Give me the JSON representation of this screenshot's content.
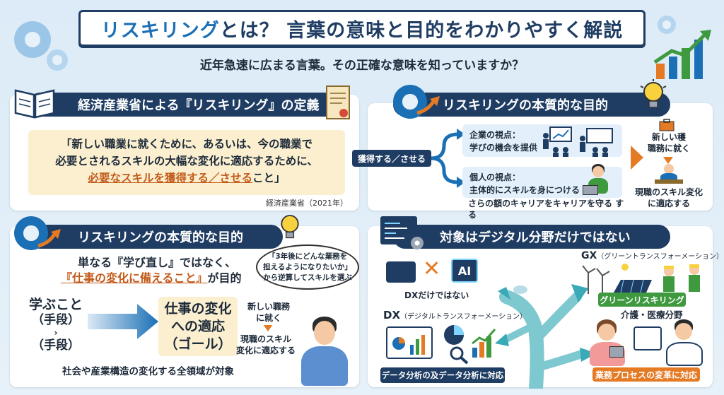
{
  "header": {
    "title_accent": "リスキリング",
    "title_rest": "とは？ 言葉の意味と目的をわかりやすく解説",
    "subtitle": "近年急速に広まる言葉。その正確な意味を知っていますか？"
  },
  "definition": {
    "heading": "経済産業省による『リスキリング』の定義",
    "quote_line1": "「新しい職業に就くために、あるいは、今の職業で",
    "quote_line2": "必要とされるスキルの大幅な変化に適応するために、",
    "quote_highlight": "必要なスキルを獲得する／させる",
    "quote_end": "こと」",
    "source": "経済産業省（2021年）"
  },
  "purpose_top": {
    "heading": "リスキリングの本質的な目的",
    "connector_label": "獲得する／させる",
    "company_view_title": "企業の視点：",
    "company_view_text": "学びの機会を提供",
    "individual_view_title": "個人の視点：",
    "individual_view_text": "主体的にスキルを身につける",
    "career_text": "さらの額のキャリアをキャリアを守る する",
    "new_job_line1": "新しい穫",
    "new_job_line2": "職務に就く",
    "adapt_line1": "現職のスキル変化",
    "adapt_line2": "に適応する"
  },
  "purpose_bottom": {
    "heading": "リスキリングの本質的な目的",
    "lead_line1": "単なる『学び直し』ではなく、",
    "lead_highlight": "『仕事の変化に備えること』",
    "lead_end": "が目的",
    "means_line1": "学ぶこと",
    "means_line2": "（手段）",
    "means_line3": "（手段）",
    "goal_line1": "仕事の変化",
    "goal_line2": "への適応",
    "goal_line3": "（ゴール）",
    "bubble_line1": "「3年後にどんな業務を",
    "bubble_line2": "担えるようになりたいか」",
    "bubble_line3": "から逆算してスキルを選ぶ",
    "new_duty_line1": "新しい職務",
    "new_duty_line2": "に就く",
    "current_skill_line1": "現職のスキル",
    "current_skill_line2": "変化に適応する",
    "scope_text": "社会や産業構造の変化する全領域が対象"
  },
  "target": {
    "heading": "対象はデジタル分野だけではない",
    "ai_label": "AI",
    "dx_only": "DXだけではない",
    "dx_title": "DX",
    "dx_full": "（デジタルトランスフォーメーション）",
    "dx_label": "データ分析の及データ分析に対応",
    "gx_title": "GX",
    "gx_full": "（グリーントランスフォーメーション）",
    "gx_label": "グリーンリスキリング",
    "care_title": "介護・医療分野",
    "care_label": "業務プロセスの変革に対応"
  },
  "colors": {
    "navy": "#1f3d63",
    "accent_blue": "#1a6fb5",
    "highlight_orange": "#c25b1b",
    "green": "#3f9a3f",
    "orange": "#e47a24",
    "cream": "#fbefcf"
  }
}
